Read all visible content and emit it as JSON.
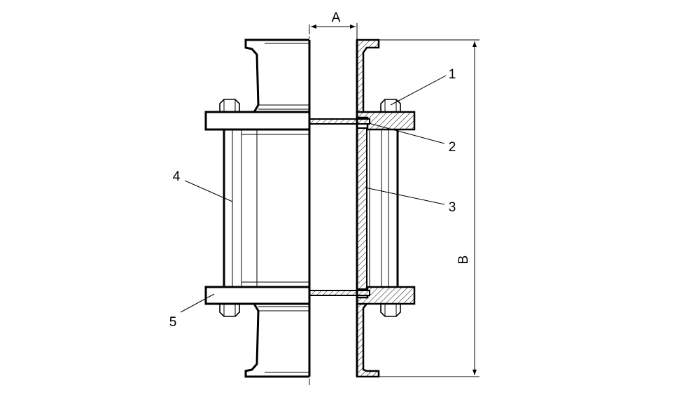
{
  "dimensions": {
    "width_label": "A",
    "height_label": "B"
  },
  "callouts": [
    {
      "id": "1",
      "text": "1"
    },
    {
      "id": "2",
      "text": "2"
    },
    {
      "id": "3",
      "text": "3"
    },
    {
      "id": "4",
      "text": "4"
    },
    {
      "id": "5",
      "text": "5"
    }
  ],
  "colors": {
    "line": "#000000",
    "background": "#ffffff"
  }
}
